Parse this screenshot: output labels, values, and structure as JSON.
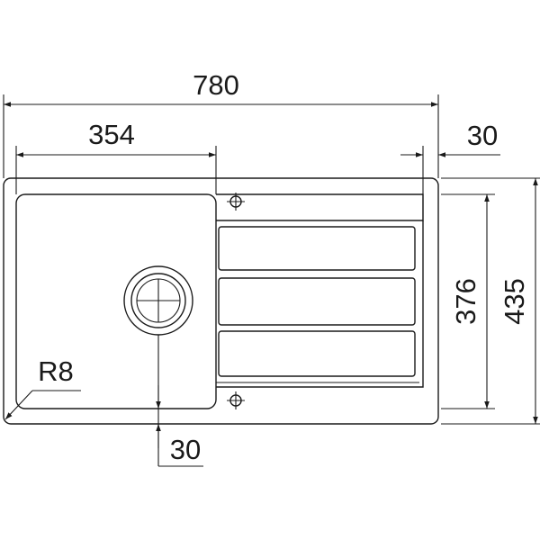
{
  "dimensions": {
    "overall_width": "780",
    "bowl_width": "354",
    "rim_offset": "30",
    "inner_depth": "376",
    "overall_depth": "435",
    "corner_radius": "R8",
    "drain_offset": "30"
  }
}
